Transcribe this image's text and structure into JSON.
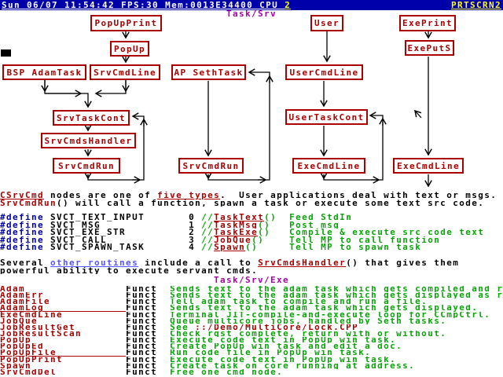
{
  "colors": {
    "titlebar_bg": "#0000AA",
    "white": "#FFFFFF",
    "yellow": "#FFFF00",
    "black": "#000000",
    "red": "#AA0000",
    "green": "#00AA00",
    "blue": "#0000AA",
    "magenta": "#AA00AA",
    "link_blue": "#5555FF"
  },
  "titlebar": {
    "left": [
      {
        "t": "Sun 06/07 11:54:42 FPS:30 Mem:0013E34400 CPU ",
        "c": "white",
        "u": true
      },
      {
        "t": "2",
        "c": "yellow",
        "u": true
      }
    ],
    "right": [
      {
        "t": "PRTSCRN2",
        "c": "yellow",
        "u": true
      }
    ]
  },
  "heading1": "Task/Srv",
  "heading2": "Task/Srv/Exe",
  "diagram": {
    "boxes": {
      "popupprint": "PopUpPrint",
      "popup": "PopUp",
      "bsp_adamtask": "BSP AdamTask",
      "srvcmdline": "SrvCmdLine",
      "ap_sethtask": "AP SethTask",
      "user": "User",
      "usercmdline": "UserCmdLine",
      "exeprint": "ExePrint",
      "exeputs": "ExePutS",
      "srvtaskcont": "SrvTaskCont",
      "srvcmdshandler": "SrvCmdsHandler",
      "srvcmdrun1": "SrvCmdRun",
      "srvcmdrun2": "SrvCmdRun",
      "usertaskcont": "UserTaskCont",
      "execmdline1": "ExeCmdLine",
      "execmdline2": "ExeCmdLine"
    }
  },
  "paragraphs": {
    "p1": [
      [
        {
          "t": "CSrvCmd",
          "c": "red",
          "u": true
        },
        {
          "t": " nodes are one of ",
          "c": "black"
        },
        {
          "t": "five types",
          "c": "red",
          "u": true
        },
        {
          "t": ".  User applications deal with text or msgs.",
          "c": "black"
        }
      ],
      [
        {
          "t": "SrvCmdRun",
          "c": "red",
          "u": true
        },
        {
          "t": "() will call a function, spawn a task or execute some text src code.",
          "c": "black"
        }
      ]
    ],
    "defines": [
      [
        {
          "t": "#define",
          "c": "blue"
        },
        {
          "t": " SVCT_TEXT_INPUT       0 ",
          "c": "black"
        },
        {
          "t": "//",
          "c": "green"
        },
        {
          "t": "TaskText",
          "c": "red",
          "u": true
        },
        {
          "t": "()  Feed StdIn",
          "c": "green"
        }
      ],
      [
        {
          "t": "#define",
          "c": "blue"
        },
        {
          "t": " SVCT_MSG              1 ",
          "c": "black"
        },
        {
          "t": "//",
          "c": "green"
        },
        {
          "t": "TaskMsg",
          "c": "red",
          "u": true
        },
        {
          "t": "()   Post msg",
          "c": "green"
        }
      ],
      [
        {
          "t": "#define",
          "c": "blue"
        },
        {
          "t": " SVCT_EXE_STR          2 ",
          "c": "black"
        },
        {
          "t": "//",
          "c": "green"
        },
        {
          "t": "TaskExe",
          "c": "red",
          "u": true
        },
        {
          "t": "()   Compile & execute src code text",
          "c": "green"
        }
      ],
      [
        {
          "t": "#define",
          "c": "blue"
        },
        {
          "t": " SVCT_CALL             3 ",
          "c": "black"
        },
        {
          "t": "//",
          "c": "green"
        },
        {
          "t": "JobQue",
          "c": "red",
          "u": true
        },
        {
          "t": "()    Tell MP to call function",
          "c": "green"
        }
      ],
      [
        {
          "t": "#define",
          "c": "blue"
        },
        {
          "t": " SVCT_SPAWN_TASK       4 ",
          "c": "black"
        },
        {
          "t": "//",
          "c": "green"
        },
        {
          "t": "Spawn",
          "c": "red",
          "u": true
        },
        {
          "t": "()     Tell MP to spawn task",
          "c": "green"
        }
      ]
    ],
    "p2": [
      [
        {
          "t": "Several ",
          "c": "black"
        },
        {
          "t": "other routines",
          "c": "link_blue",
          "u": true
        },
        {
          "t": " include a call to ",
          "c": "black"
        },
        {
          "t": "SrvCmdsHandler",
          "c": "red",
          "u": true
        },
        {
          "t": "() that gives them",
          "c": "black"
        }
      ],
      [
        {
          "t": "powerful ability to execute servant cmds.",
          "c": "black"
        }
      ]
    ]
  },
  "table": {
    "rows": [
      [
        {
          "t": "Adam________________",
          "c": "red",
          "u": true
        },
        {
          "t": "Funct",
          "c": "black"
        },
        {
          "t": "  Sends text to the adam task which gets compiled and ru",
          "c": "green"
        }
      ],
      [
        {
          "t": "AdamErr_____________",
          "c": "red",
          "u": true
        },
        {
          "t": "Funct",
          "c": "black"
        },
        {
          "t": "  Sends text to the adam task which gets displayed as re",
          "c": "green"
        }
      ],
      [
        {
          "t": "AdamFile____________",
          "c": "red",
          "u": true
        },
        {
          "t": "Funct",
          "c": "black"
        },
        {
          "t": "  Tell adam task to compile and run a file.",
          "c": "green"
        }
      ],
      [
        {
          "t": "AdamLog_____________",
          "c": "red",
          "u": true
        },
        {
          "t": "Funct",
          "c": "black"
        },
        {
          "t": "  Sends text to the adam task which gets displayed.",
          "c": "green"
        }
      ],
      [
        {
          "t": "ExeCmdLine__________",
          "c": "red",
          "u": true
        },
        {
          "t": "Funct",
          "c": "black"
        },
        {
          "t": "  Terminal JIT-compile-and-execute loop for CCmpCtrl.",
          "c": "green"
        }
      ],
      [
        {
          "t": "JobQue______________",
          "c": "red",
          "u": true
        },
        {
          "t": "Funct",
          "c": "black"
        },
        {
          "t": "  Queue multicore jobs, handled by Seth tasks.",
          "c": "green"
        }
      ],
      [
        {
          "t": "JobResultGet________",
          "c": "red",
          "u": true
        },
        {
          "t": "Funct",
          "c": "black"
        },
        {
          "t": "  See ",
          "c": "green"
        },
        {
          "t": "::/Demo/MultiCore/Lock.CPP",
          "c": "red",
          "u": true
        }
      ],
      [
        {
          "t": "JobResultScan_______",
          "c": "red",
          "u": true
        },
        {
          "t": "Funct",
          "c": "black"
        },
        {
          "t": "  Check rqst complete, return with or without.",
          "c": "green"
        }
      ],
      [
        {
          "t": "PopUp_______________",
          "c": "red",
          "u": true
        },
        {
          "t": "Funct",
          "c": "black"
        },
        {
          "t": "  Execute code text in PopUp win task.",
          "c": "green"
        }
      ],
      [
        {
          "t": "PopUpEd_____________",
          "c": "red",
          "u": true
        },
        {
          "t": "Funct",
          "c": "black"
        },
        {
          "t": "  Create PopUp win task and edit a doc.",
          "c": "green"
        }
      ],
      [
        {
          "t": "PopUpFile___________",
          "c": "red",
          "u": true
        },
        {
          "t": "Funct",
          "c": "black"
        },
        {
          "t": "  Run code file in PopUp win task.",
          "c": "green"
        }
      ],
      [
        {
          "t": "PopUpPrint__________",
          "c": "red",
          "u": true
        },
        {
          "t": "Funct",
          "c": "black"
        },
        {
          "t": "  Execute code text in PopUp win task.",
          "c": "green"
        }
      ],
      [
        {
          "t": "Spawn_______________",
          "c": "red",
          "u": true
        },
        {
          "t": "Funct",
          "c": "black"
        },
        {
          "t": "  Create task on core running at address.",
          "c": "green"
        }
      ],
      [
        {
          "t": "SrvCmdDel___________",
          "c": "red",
          "u": true
        },
        {
          "t": "Funct",
          "c": "black"
        },
        {
          "t": "  Free one cmd node.",
          "c": "green"
        }
      ]
    ]
  }
}
